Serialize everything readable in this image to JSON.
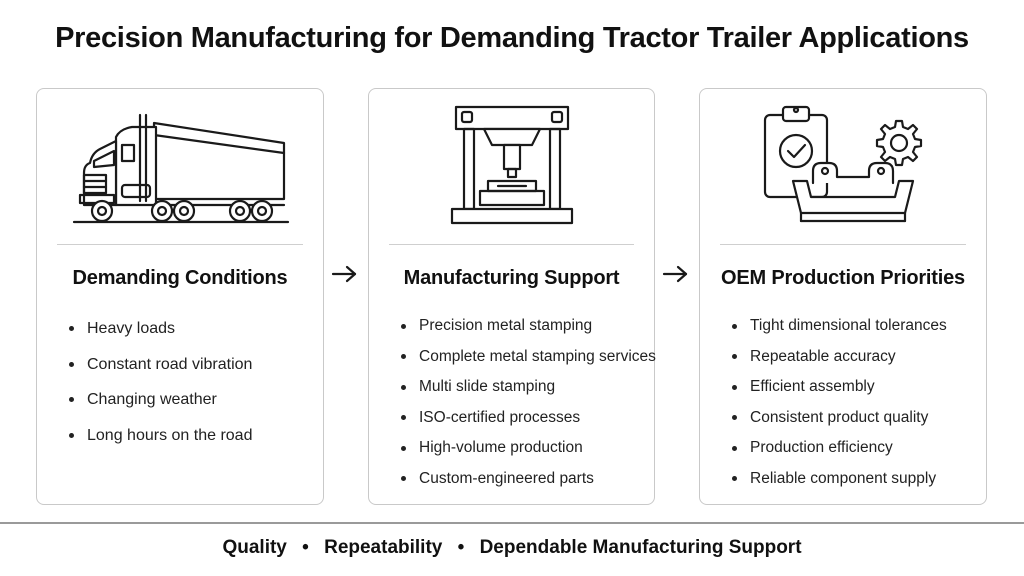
{
  "title": "Precision Manufacturing for Demanding Tractor Trailer Applications",
  "cards": [
    {
      "icon": "semi-truck-icon",
      "heading": "Demanding Conditions",
      "items": [
        "Heavy loads",
        "Constant road vibration",
        "Changing weather",
        "Long hours on the road"
      ]
    },
    {
      "icon": "stamping-press-icon",
      "heading": "Manufacturing Support",
      "items": [
        "Precision metal stamping",
        "Complete metal stamping services",
        "Multi slide stamping",
        "ISO-certified processes",
        "High-volume production",
        "Custom-engineered parts"
      ]
    },
    {
      "icon": "quality-checklist-gear-bracket-icon",
      "heading": "OEM Production Priorities",
      "items": [
        "Tight dimensional tolerances",
        "Repeatable accuracy",
        "Efficient assembly",
        "Consistent product quality",
        "Production efficiency",
        "Reliable component supply"
      ]
    }
  ],
  "footer": {
    "items": [
      "Quality",
      "Repeatability",
      "Dependable Manufacturing Support"
    ],
    "separator": "•"
  },
  "colors": {
    "line": "#1a1a1a",
    "border": "#c9c9c9",
    "text": "#111111"
  }
}
